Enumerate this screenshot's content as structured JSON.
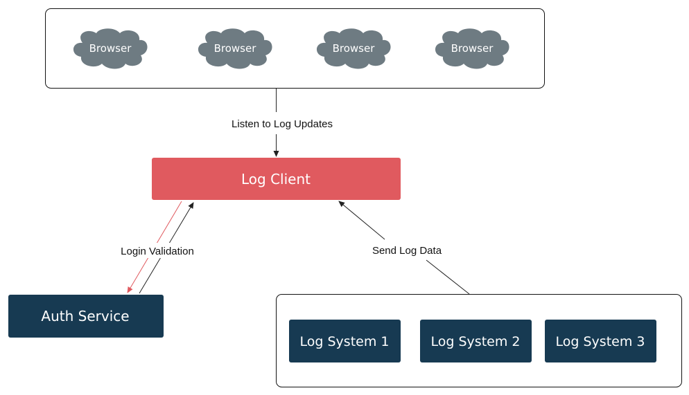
{
  "colors": {
    "cloud": "#6e7b82",
    "log_client": "#e05a5f",
    "dark_node": "#173a52",
    "edge": "#222222",
    "edge_red": "#e05a5f",
    "container_border": "#111111"
  },
  "browsers": [
    {
      "label": "Browser"
    },
    {
      "label": "Browser"
    },
    {
      "label": "Browser"
    },
    {
      "label": "Browser"
    }
  ],
  "log_client": {
    "label": "Log Client"
  },
  "auth_service": {
    "label": "Auth Service"
  },
  "log_systems": [
    {
      "label": "Log System 1"
    },
    {
      "label": "Log System 2"
    },
    {
      "label": "Log System 3"
    }
  ],
  "edges": {
    "listen": {
      "label": "Listen to Log Updates"
    },
    "login": {
      "label": "Login Validation"
    },
    "send": {
      "label": "Send Log Data"
    }
  }
}
